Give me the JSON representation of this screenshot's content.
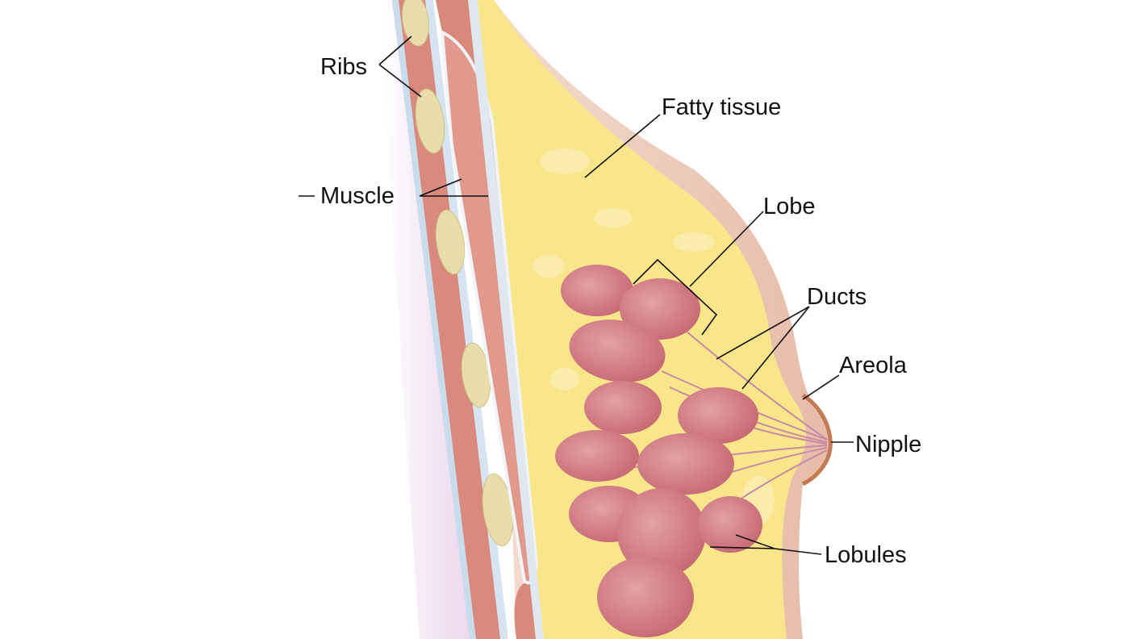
{
  "labels": {
    "ribs": "Ribs",
    "muscle": "Muscle",
    "fatty_tissue": "Fatty tissue",
    "lobe": "Lobe",
    "ducts": "Ducts",
    "areola": "Areola",
    "nipple": "Nipple",
    "lobules": "Lobules"
  },
  "colors": {
    "fat": "#f9e58a",
    "muscle": "#d9897a",
    "lobule": "#c96e78",
    "skin": "#ecc9b8",
    "areola": "#c47a55",
    "rib": "#e8dcab",
    "chest_wall": "#eedcf0"
  }
}
